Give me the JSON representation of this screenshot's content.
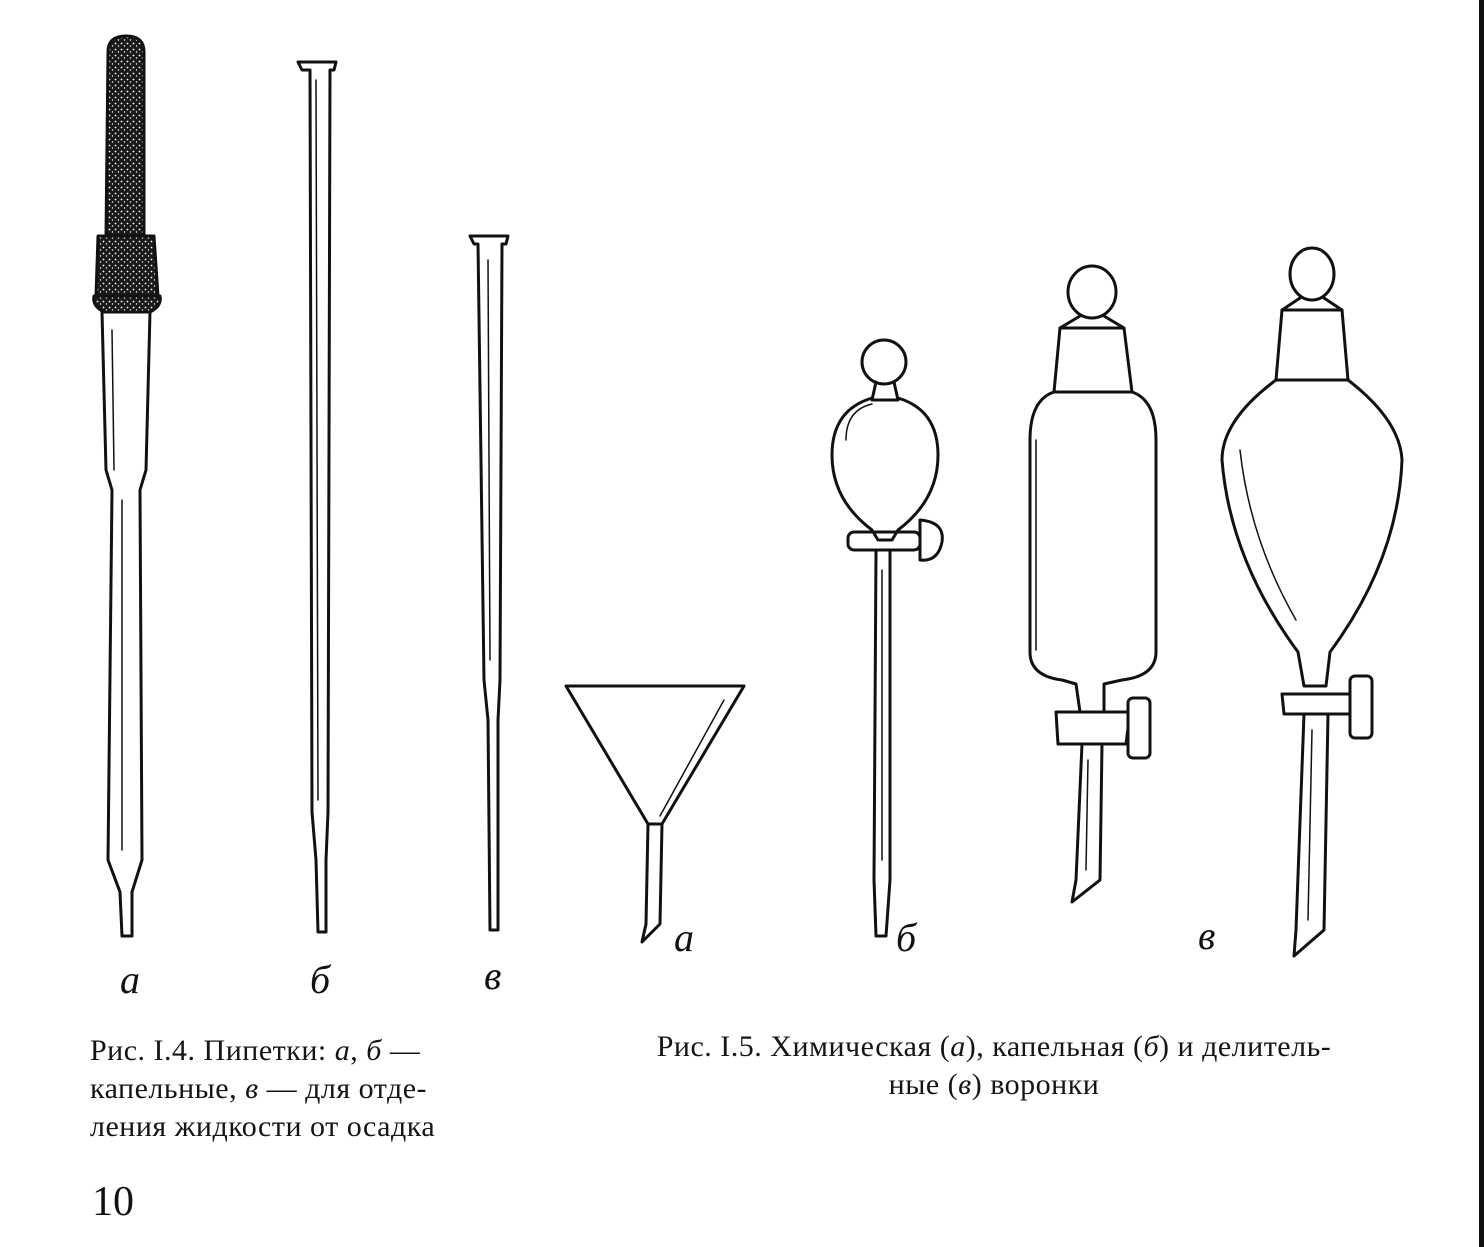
{
  "figure_4": {
    "labels": {
      "a": "а",
      "b": "б",
      "v": "в"
    },
    "caption": {
      "line1": {
        "prefix": "Рис. I.4. Пипетки: ",
        "a": "а",
        "sep1": ", ",
        "b": "б",
        "dash1": " —"
      },
      "line2": {
        "prefix": "капельные, ",
        "v": "в",
        "dash2": " — для отде-"
      },
      "line3": "ления жидкости от осадка"
    },
    "items": [
      "dropper-pipette-with-bulb",
      "dropper-pipette",
      "pipette-for-separation"
    ]
  },
  "figure_5": {
    "labels": {
      "a": "а",
      "b": "б",
      "v": "в"
    },
    "caption": {
      "line1": {
        "prefix": "Рис. I.5. Химическая (",
        "a": "а",
        "mid1": "), капельная (",
        "b": "б",
        "mid2": ") и делитель-"
      },
      "line2": {
        "prefix": "ные (",
        "v": "в",
        "suffix": ") воронки"
      }
    },
    "items": [
      "chemical-funnel",
      "dropping-funnel",
      "cylindrical-separatory-funnel",
      "pear-shaped-separatory-funnel"
    ]
  },
  "page_number": "10",
  "colors": {
    "ink": "#111111",
    "paper": "#ffffff",
    "bulb_stipple": "#2a2a2a"
  }
}
